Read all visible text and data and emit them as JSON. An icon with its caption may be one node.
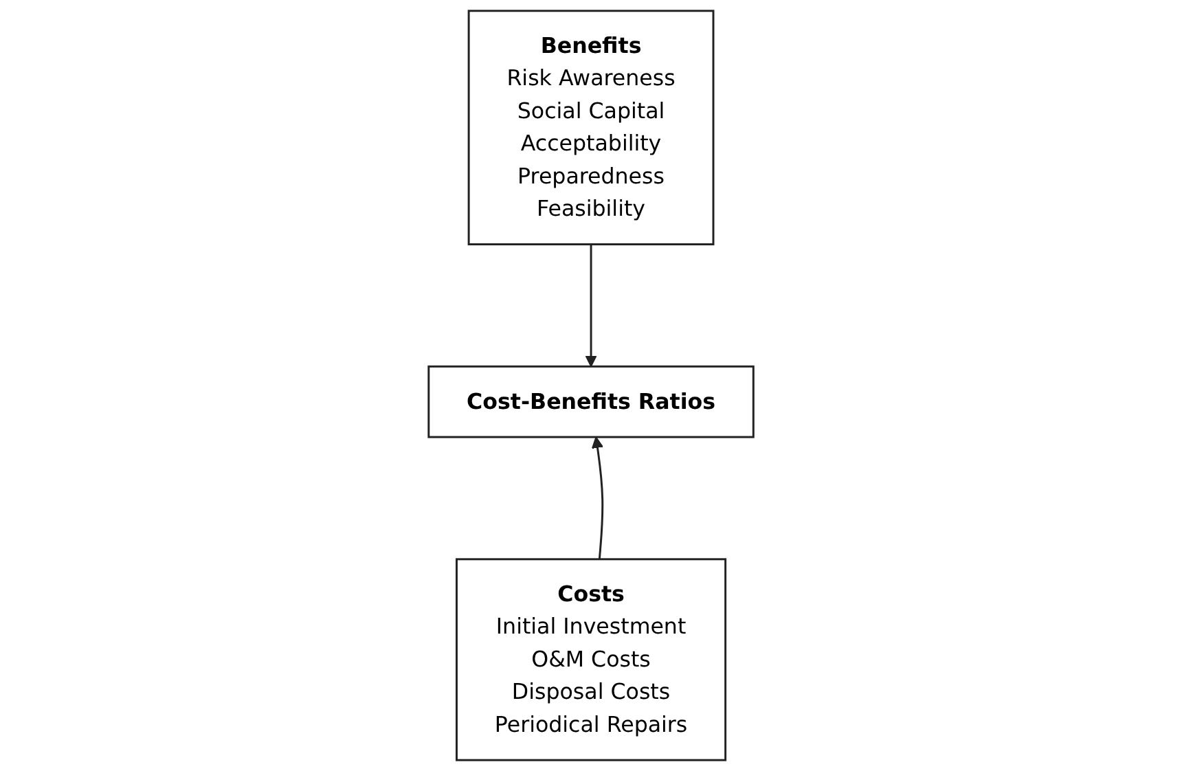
{
  "diagram": {
    "nodes": [
      {
        "text": [
          "Benefits",
          "Risk Awareness",
          "Social Capital",
          "Acceptability",
          "Preparedness",
          "Feasibility"
        ]
      },
      {
        "text": [
          "Cost-Benefits Ratios"
        ]
      },
      {
        "text": [
          "Costs",
          "Initial Investment",
          "O&M Costs",
          "Disposal Costs",
          "Periodical Repairs"
        ]
      }
    ],
    "edges": [
      {
        "from": 0,
        "to": 1,
        "arrow": "to"
      },
      {
        "from": 2,
        "to": 1,
        "arrow": "to"
      }
    ]
  }
}
